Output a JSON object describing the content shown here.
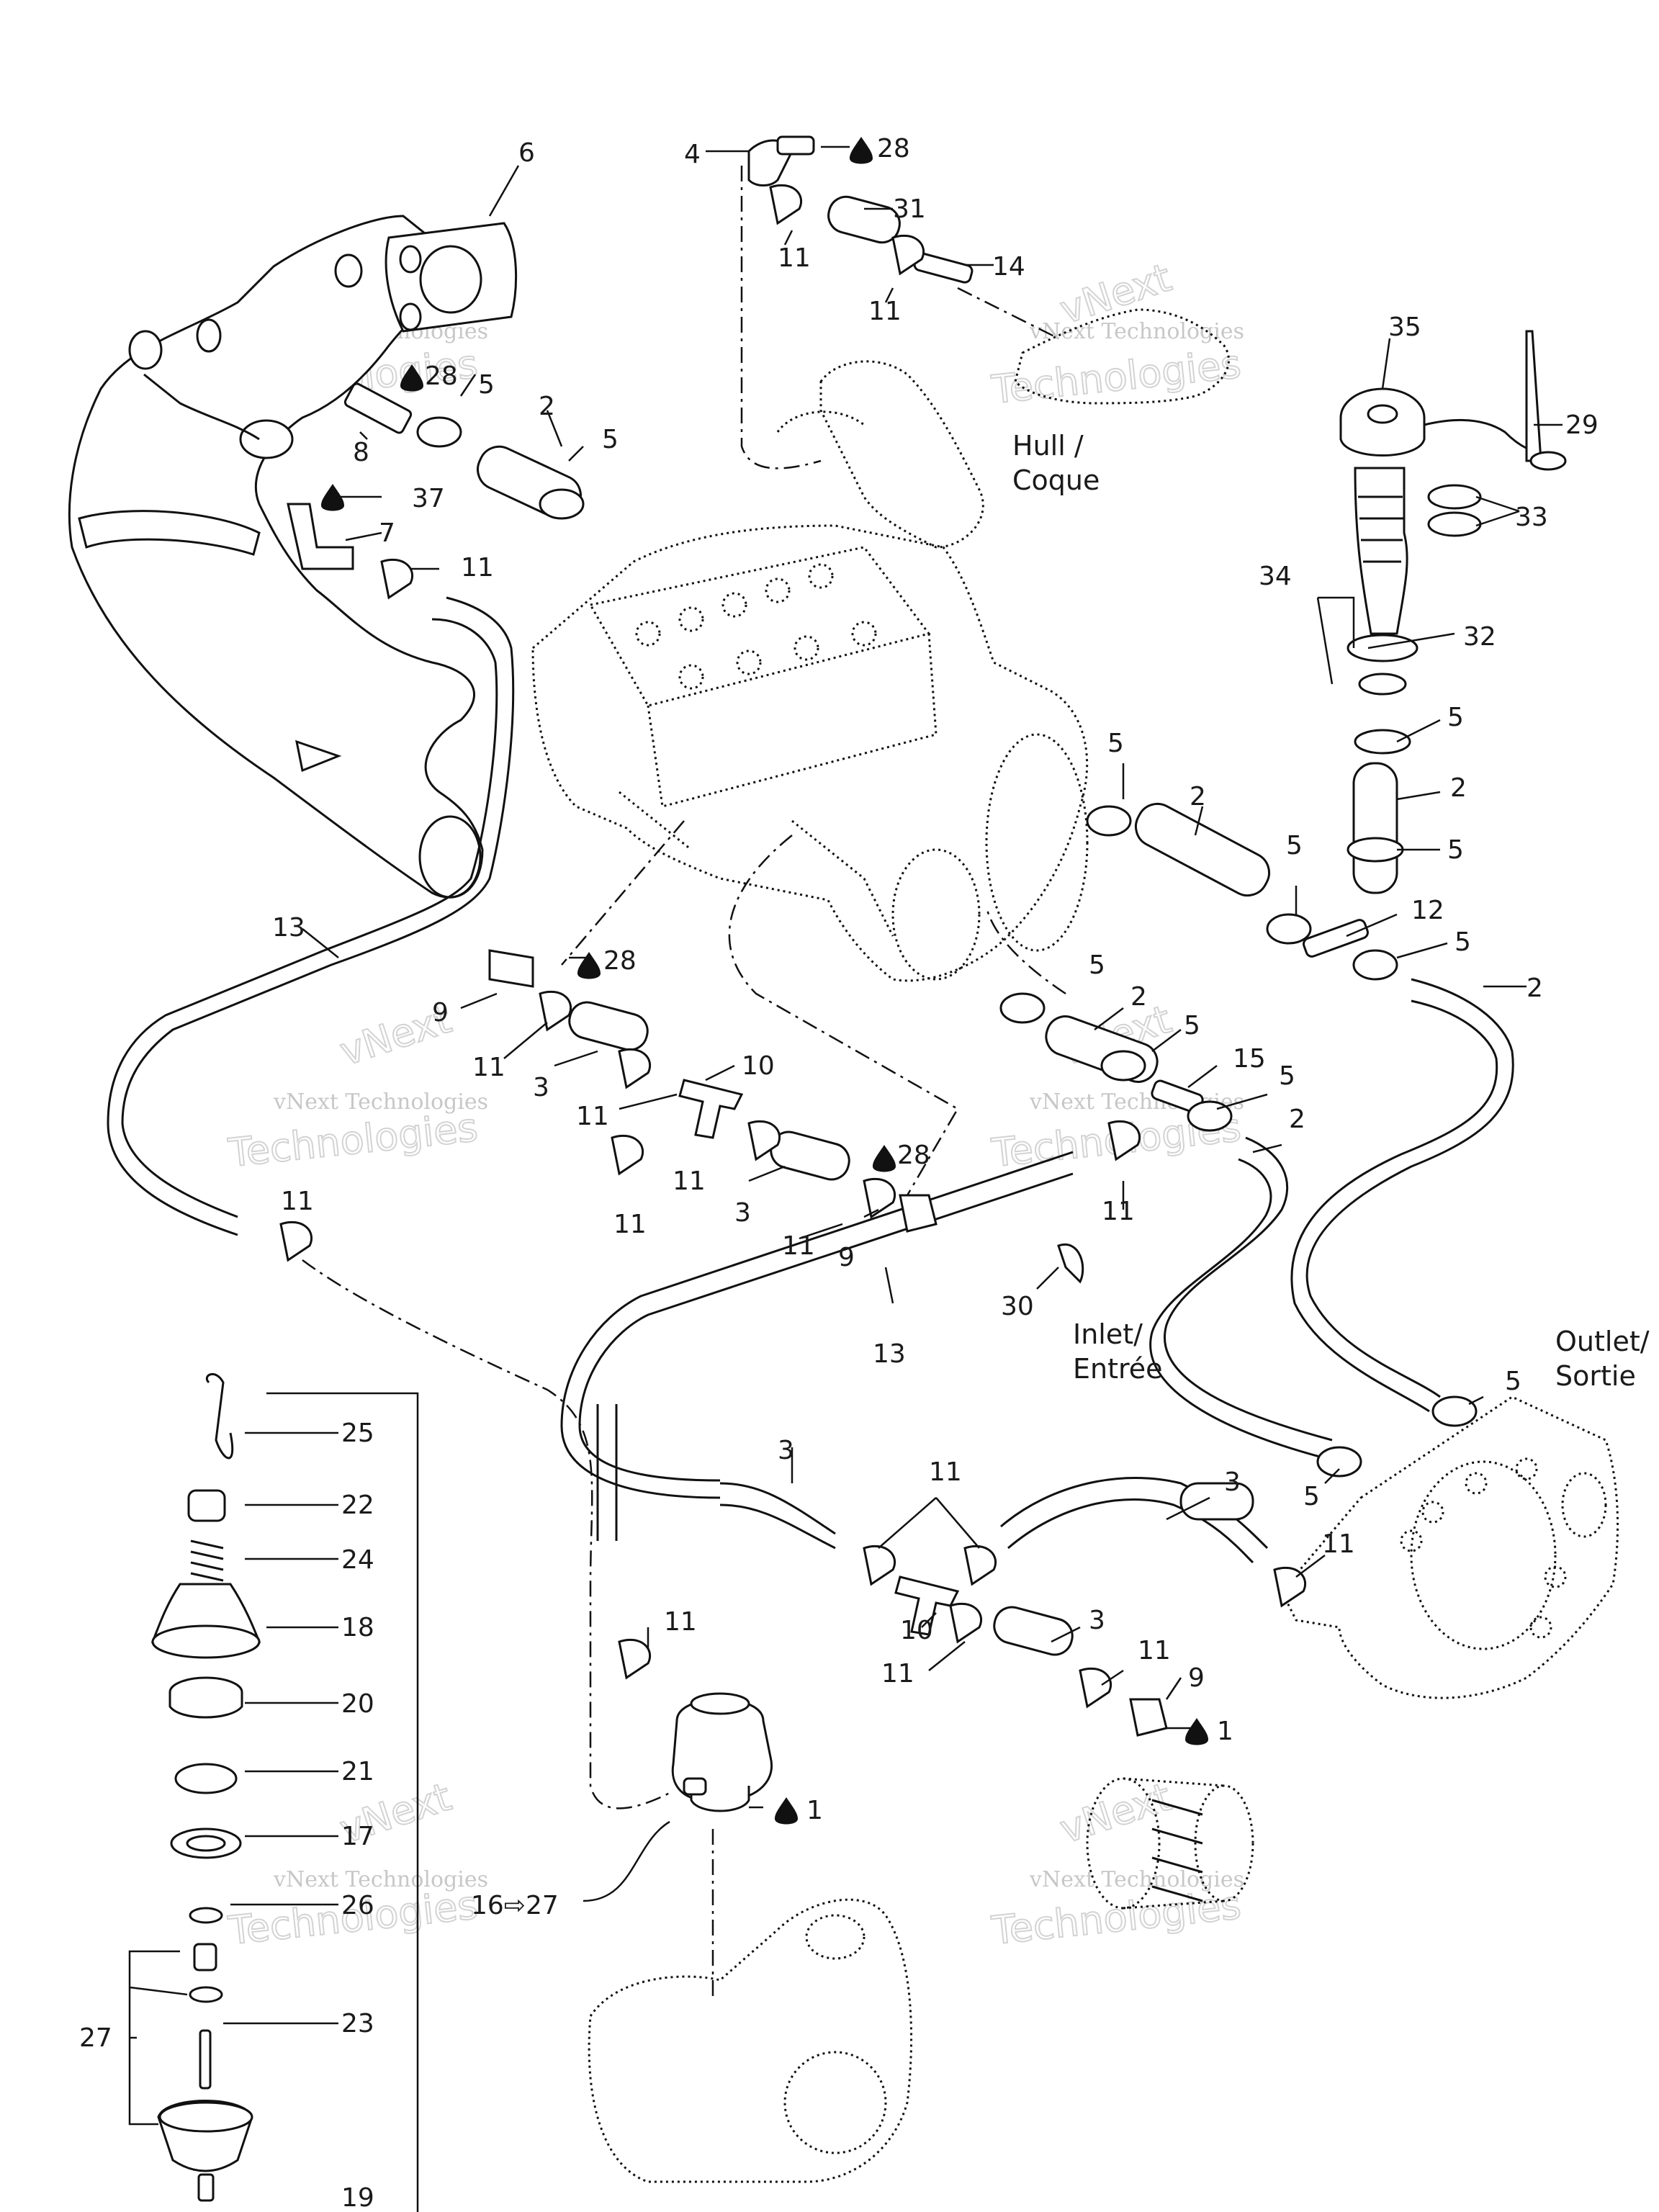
{
  "watermark": {
    "line1": "vNext Technologies",
    "line2": "Technologies",
    "line3": "vNext"
  },
  "zones": {
    "hull": "Hull /",
    "hull_fr": "Coque",
    "inlet": "Inlet/",
    "inlet_fr": "Entrée",
    "outlet": "Outlet/",
    "outlet_fr": "Sortie"
  },
  "callouts": {
    "c6": "6",
    "c4": "4",
    "c28a": "28",
    "c31": "31",
    "c11a": "11",
    "c14": "14",
    "c11b": "11",
    "c35": "35",
    "c29": "29",
    "c28b": "28",
    "c5a": "5",
    "c2a": "2",
    "c8": "8",
    "c5b": "5",
    "c37": "37",
    "c7": "7",
    "c11c": "11",
    "c33": "33",
    "c34": "34",
    "c32": "32",
    "c5c": "5",
    "c2b": "2",
    "c5d": "5",
    "c5e": "5",
    "c2c": "2",
    "c5f": "5",
    "c12": "12",
    "c5g": "5",
    "c2d": "2",
    "c13a": "13",
    "c28c": "28",
    "c9a": "9",
    "c11d": "11",
    "c3a": "3",
    "c10a": "10",
    "c11e": "11",
    "c5h": "5",
    "c2e": "2",
    "c5i": "5",
    "c15": "15",
    "c5j": "5",
    "c2f": "2",
    "c11f": "11",
    "c11g": "11",
    "c28d": "28",
    "c3b": "3",
    "c11h": "11",
    "c9b": "9",
    "c11i": "11",
    "c11j": "11",
    "c30": "30",
    "c13b": "13",
    "c5k": "5",
    "c5l": "5",
    "c25": "25",
    "c22": "22",
    "c24": "24",
    "c18": "18",
    "c20": "20",
    "c21": "21",
    "c17": "17",
    "c26": "26",
    "c16": "16⇨27",
    "c27": "27",
    "c23": "23",
    "c19": "19",
    "c3c": "3",
    "c11k": "11",
    "c3d": "3",
    "c11l": "11",
    "c10b": "10",
    "c3e": "3",
    "c11m": "11",
    "c11n": "11",
    "c9c": "9",
    "c1a": "1",
    "c11o": "11",
    "c1b": "1"
  },
  "icons": {
    "lubricant": "drop-icon"
  }
}
